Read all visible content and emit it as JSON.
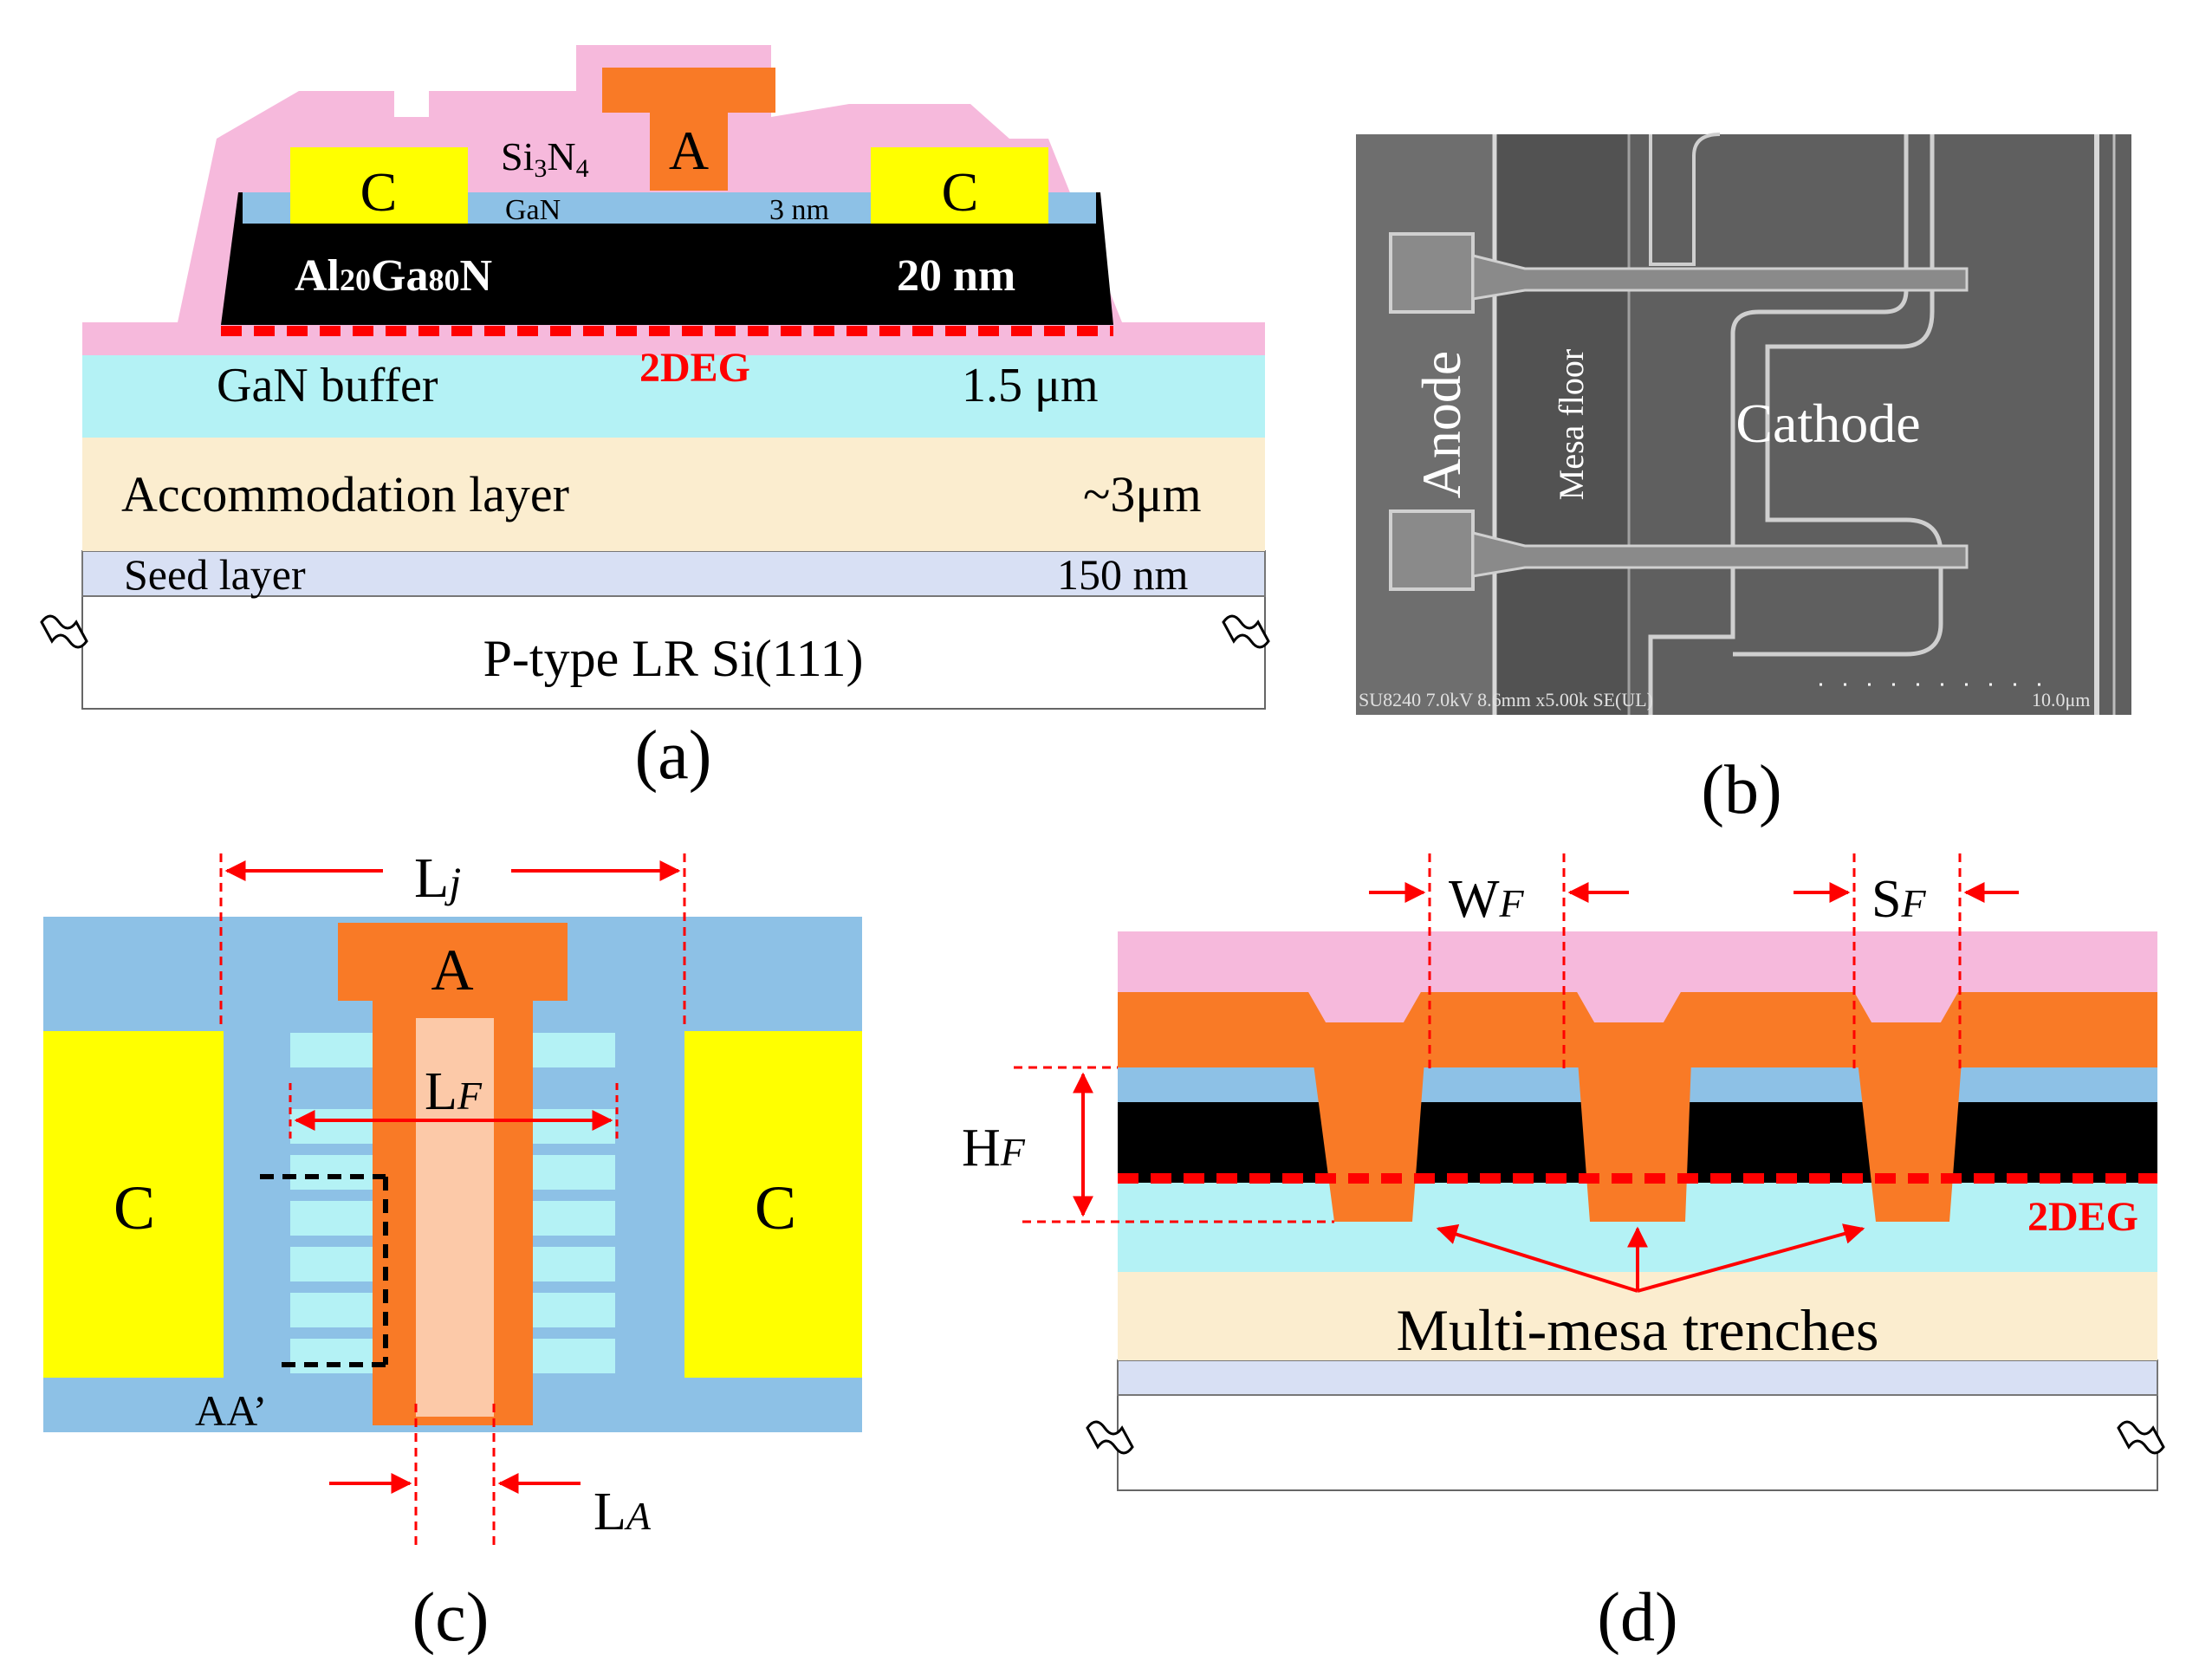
{
  "panel_a": {
    "caption": "(a)",
    "cathode_left": "C",
    "cathode_right": "C",
    "anode": "A",
    "passivation": {
      "base": "Si",
      "sub1": "3",
      "mid": "N",
      "sub2": "4"
    },
    "cap_label": "GaN",
    "cap_thickness": "3 nm",
    "barrier": {
      "a": "Al",
      "b": "20",
      "c": "Ga",
      "d": "80",
      "e": "N"
    },
    "barrier_thickness": "20 nm",
    "twodeg": "2DEG",
    "buffer": "GaN buffer",
    "buffer_thickness": "1.5 μm",
    "accommodation": "Accommodation layer",
    "accommodation_thickness": "~3μm",
    "seed": "Seed layer",
    "seed_thickness": "150 nm",
    "substrate": "P-type LR Si(111)"
  },
  "panel_b": {
    "caption": "(b)",
    "anode": "Anode",
    "mesa_floor": "Mesa floor",
    "cathode": "Cathode",
    "sem_info": "SU8240 7.0kV 8.6mm x5.00k SE(UL)",
    "scale": "10.0μm"
  },
  "panel_c": {
    "caption": "(c)",
    "anode": "A",
    "cathode_left": "C",
    "cathode_right": "C",
    "lj": {
      "main": "L",
      "sub": "j"
    },
    "lf": {
      "main": "L",
      "sub": "F"
    },
    "la": {
      "main": "L",
      "sub": "A"
    },
    "section": "AA’"
  },
  "panel_d": {
    "caption": "(d)",
    "wf": {
      "main": "W",
      "sub": "F"
    },
    "sf": {
      "main": "S",
      "sub": "F"
    },
    "hf": {
      "main": "H",
      "sub": "F"
    },
    "twodeg": "2DEG",
    "trenches": "Multi-mesa trenches"
  },
  "colors": {
    "passivation": "#f6b9dc",
    "anode_metal": "#f97a26",
    "cathode_metal": "#ffff00",
    "gan_cap": "#8dc1e6",
    "barrier": "#000000",
    "buffer": "#b4f2f5",
    "accommodation": "#fbedcf",
    "seed": "#d8e0f4",
    "arrow": "#ff0000"
  }
}
